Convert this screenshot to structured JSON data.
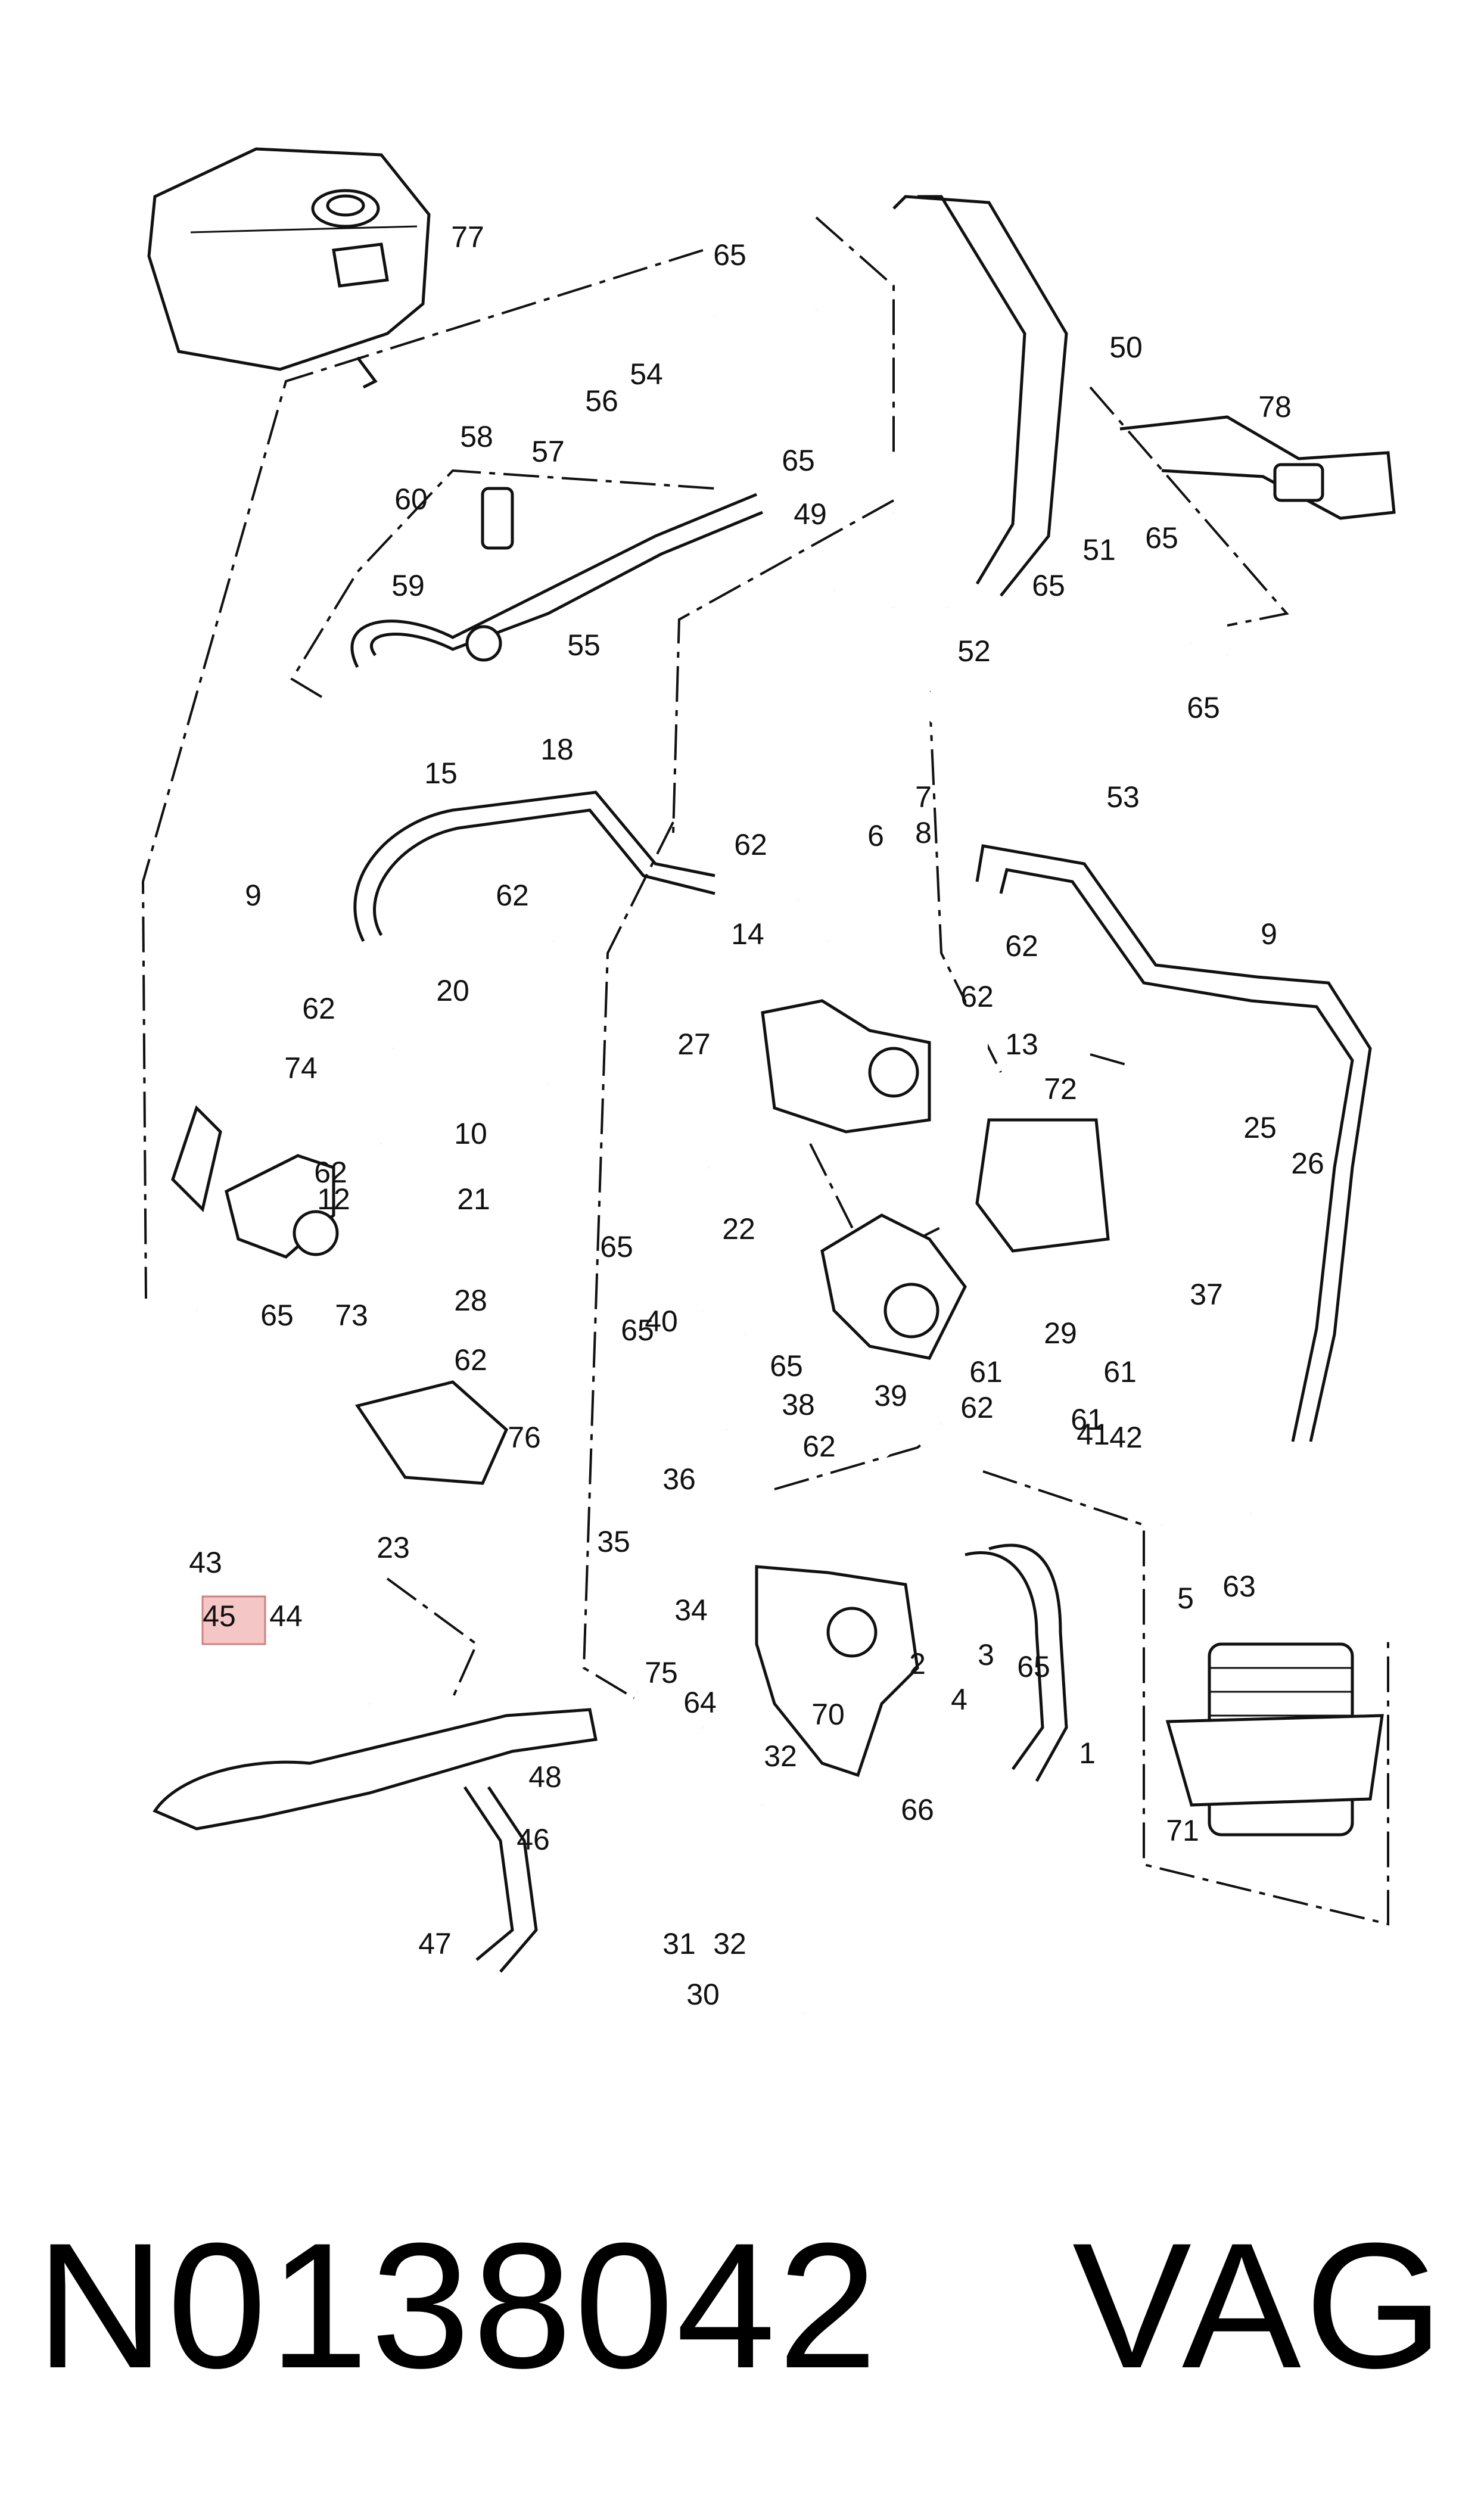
{
  "footer": {
    "part_number": "N0138042",
    "brand": "VAG"
  },
  "highlight": {
    "label": "45",
    "color": "#f4c6c6"
  },
  "callouts": [
    "77",
    "65",
    "50",
    "54",
    "78",
    "56",
    "58",
    "57",
    "60",
    "65",
    "49",
    "51",
    "65",
    "65",
    "59",
    "55",
    "52",
    "65",
    "53",
    "18",
    "15",
    "62",
    "7",
    "8",
    "6",
    "9",
    "62",
    "14",
    "62",
    "9",
    "20",
    "62",
    "13",
    "62",
    "27",
    "74",
    "25",
    "10",
    "26",
    "62",
    "72",
    "21",
    "12",
    "65",
    "22",
    "65",
    "37",
    "73",
    "28",
    "65",
    "29",
    "40",
    "62",
    "65",
    "61",
    "61",
    "38",
    "41",
    "61",
    "76",
    "39",
    "62",
    "42",
    "62",
    "36",
    "23",
    "35",
    "34",
    "5",
    "63",
    "43",
    "45",
    "44",
    "3",
    "75",
    "2",
    "65",
    "64",
    "4",
    "70",
    "48",
    "32",
    "1",
    "66",
    "46",
    "71",
    "31",
    "32",
    "47",
    "30"
  ]
}
